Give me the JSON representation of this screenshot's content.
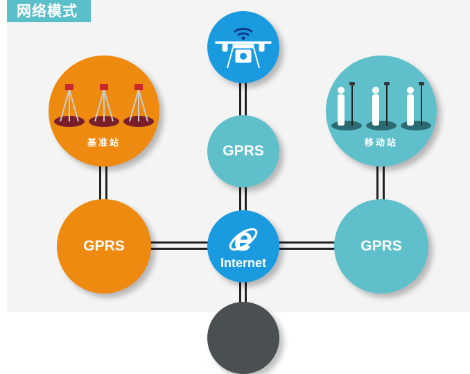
{
  "title": "网络模式",
  "nodes": {
    "drone": {
      "icon": "drone-camera-icon"
    },
    "base_station": {
      "label": "基准站",
      "icon": "tripod-receiver-icon"
    },
    "mobile_station": {
      "label": "移动站",
      "icon": "surveyor-rover-icon"
    },
    "gprs_center": {
      "label": "GPRS"
    },
    "gprs_left": {
      "label": "GPRS"
    },
    "gprs_right": {
      "label": "GPRS"
    },
    "internet": {
      "label": "Internet",
      "icon": "internet-explorer-icon"
    }
  },
  "colors": {
    "orange": "#ee8a10",
    "teal": "#5fc0cc",
    "blue": "#1a9be0",
    "dark": "#4a4f52",
    "title_bg": "#5bbfca"
  }
}
